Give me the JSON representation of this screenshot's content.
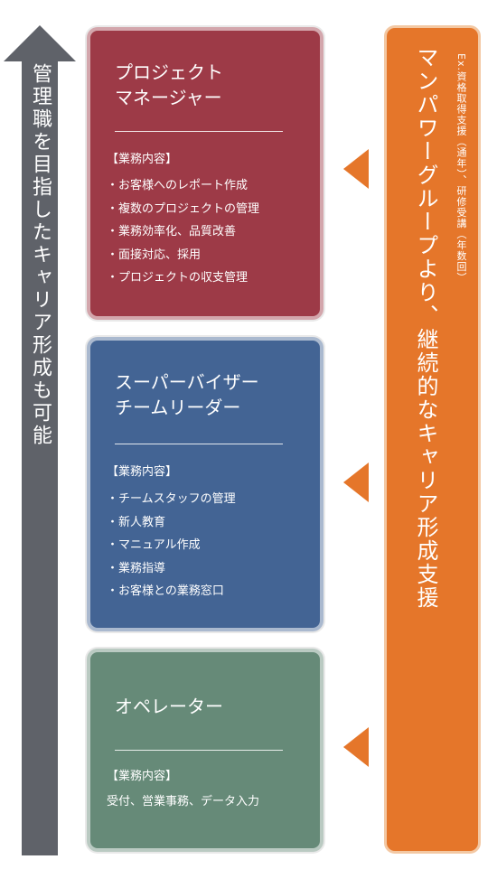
{
  "career_arrow": {
    "text": "管理職を目指したキャリア形成も可能"
  },
  "roles": [
    {
      "title": "プロジェクト\nマネージャー",
      "duties_label": "【業務内容】",
      "duties": [
        "・お客様へのレポート作成",
        "・複数のプロジェクトの管理",
        "・業務効率化、品質改善",
        "・面接対応、採用",
        "・プロジェクトの収支管理"
      ],
      "color": "#9d3a47"
    },
    {
      "title": "スーパーバイザー\nチームリーダー",
      "duties_label": "【業務内容】",
      "duties": [
        "・チームスタッフの管理",
        "・新人教育",
        "・マニュアル作成",
        "・業務指導",
        "・お客様との業務窓口"
      ],
      "color": "#436494"
    },
    {
      "title": "オペレーター",
      "duties_label": "【業務内容】",
      "duties": [
        "受付、営業事務、データ入力"
      ],
      "color": "#668a78"
    }
  ],
  "support": {
    "main_text": "マンパワーグループより、継続的なキャリア形成支援",
    "sub_text": "Ex.資格取得支援（通年）、研修受講（年数回）",
    "color": "#e5762a"
  }
}
